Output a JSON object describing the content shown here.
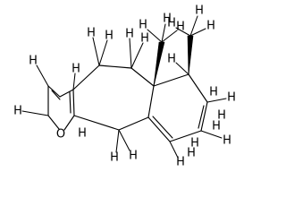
{
  "molecule": {
    "atoms": {
      "oxygen": "O",
      "hydrogen": "H"
    },
    "hydrogen_labels": [
      "H",
      "H",
      "H",
      "H",
      "H",
      "H",
      "H",
      "H",
      "H",
      "H",
      "H",
      "H",
      "H",
      "H",
      "H",
      "H",
      "H",
      "H",
      "H",
      "H",
      "H",
      "H",
      "H",
      "H",
      "H"
    ]
  }
}
